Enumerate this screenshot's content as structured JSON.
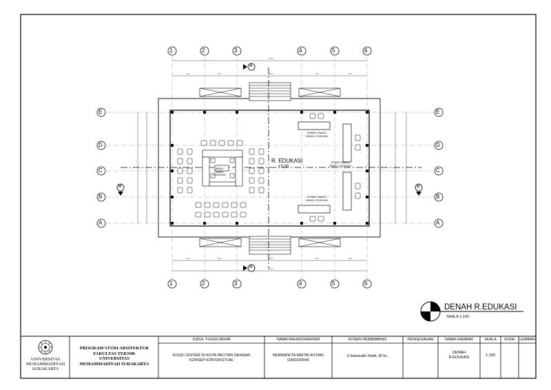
{
  "drawing": {
    "room_label": "R. EDUKASI",
    "room_level": "+3.00",
    "area_demo_label": "AREA\nDEMO\nCOOKING",
    "stand_top": "STAND SNACK\nDEMO COOKING",
    "stand_right": "STAND SNACK\nDEMO COOKING",
    "stand_bottom": "STAND SNACK\nDEMO COOKING",
    "grid_columns": [
      "1",
      "2",
      "3",
      "4",
      "5",
      "6"
    ],
    "grid_rows": [
      "E",
      "D",
      "C",
      "B",
      "A"
    ],
    "section_marks": {
      "top": "A",
      "bottom": "A",
      "left": "B",
      "right": "B"
    }
  },
  "plan_title": {
    "title": "DENAH R.EDUKASI",
    "scale": "SKALA 1:100"
  },
  "title_block": {
    "university": "UNIVERSITAS\nMUHAMMADIYAH\nSURAKARTA",
    "program": "PROGRAM STUDI ARSITEKTUR\nFAKULTAS TEKNIK\nUNIVERSITAS\nMUHAMMADIYAH SURAKARTA",
    "judul_head": "JUDUL TUGAS AKHIR",
    "judul_val": "FOOD CENTER DI KOTA PACITAN DENGAN\nKONSEP KONTEKSTUAL",
    "mhs_head": "NAMA MAHASISWA/NIM",
    "mhs_val": "BERNADETA MAITRI ASTARI\nD300160043",
    "dosen_head": "DOSEN PEMBIMBING",
    "dosen_val": "Ir.Samsudin Raidi, M.Sc.",
    "pengesahan_head": "PENGESAHAN",
    "gambar_head": "NAMA GAMBAR",
    "gambar_val": "DENAH\nR.EDUKASI",
    "skala_head": "SKALA",
    "skala_val": "1:100",
    "kode_head": "KODE",
    "lembar_head": "LEMBAR"
  }
}
